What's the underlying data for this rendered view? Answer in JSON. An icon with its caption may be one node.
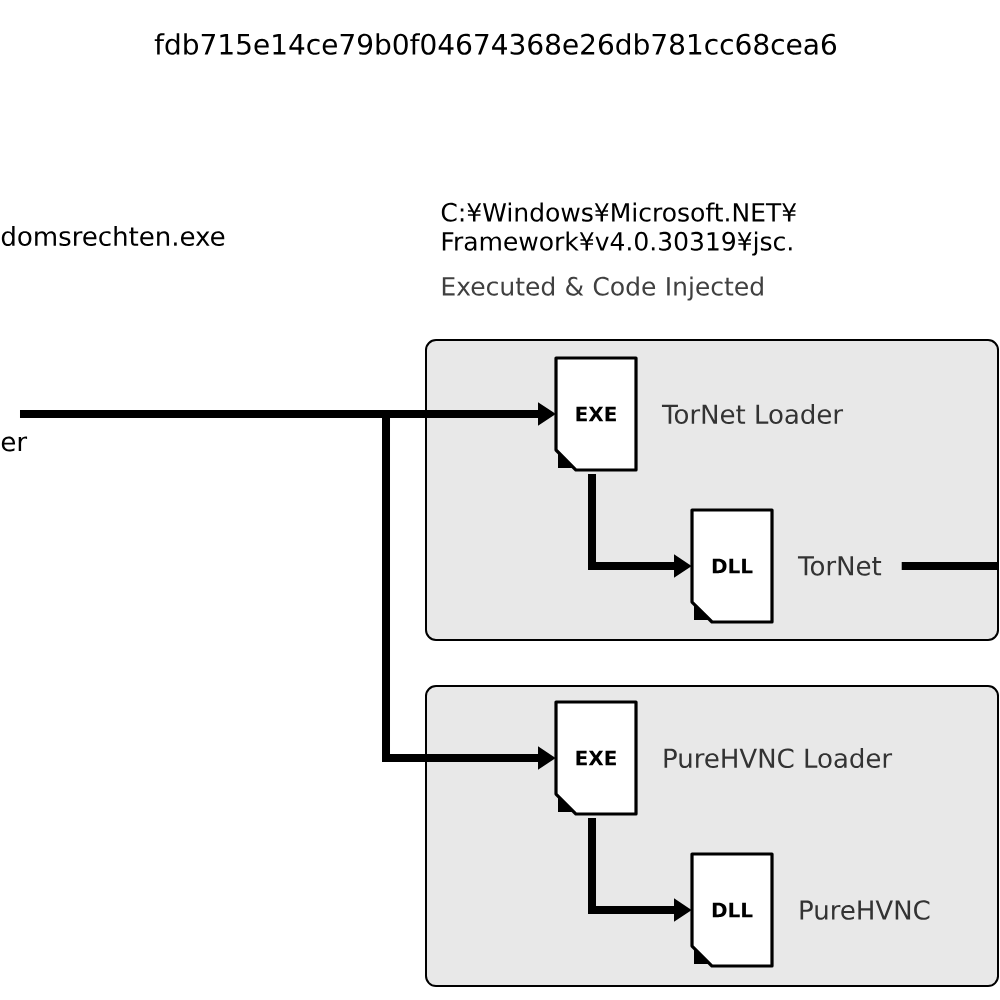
{
  "diagram": {
    "title": "fdb715e14ce79b0f04674368e26db781cc68cea6",
    "nodes": [
      {
        "text": [
          "C:¥Windows¥Microsoft.NET¥ Framework¥v4.0.30319¥jsc.",
          "Executed & Code Injected"
        ]
      },
      {
        "text": [
          "EXE"
        ],
        "beside": [
          "TorNet Loader"
        ],
        "in": 0
      },
      {
        "text": [
          "DLL"
        ],
        "beside": [
          "TorNet"
        ],
        "in": 0
      },
      {
        "text": [],
        "shape": "box"
      },
      {
        "text": [
          "EXE"
        ],
        "beside": [
          "PureHVNC Loader"
        ],
        "in": 3
      },
      {
        "text": [
          "DLL"
        ],
        "beside": [
          "PureHVNC"
        ],
        "in": 3
      }
    ],
    "edges": [
      {
        "from": null,
        "to": 1,
        "arrow": "to"
      },
      {
        "from": null,
        "to": 4,
        "arrow": "to"
      },
      {
        "from": 1,
        "to": 2,
        "arrow": "to"
      },
      {
        "from": 4,
        "to": 5,
        "arrow": "to"
      },
      {
        "from": 2,
        "to": null,
        "arrow": "none"
      }
    ],
    "labels": [
      "domsrechten.exe",
      "er"
    ]
  }
}
